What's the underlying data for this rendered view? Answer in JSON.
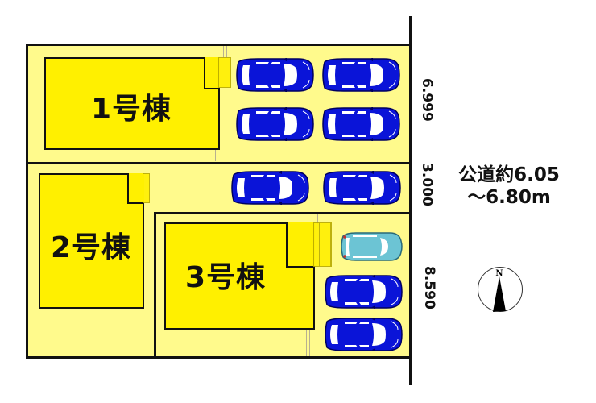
{
  "site_plan": {
    "buildings": [
      {
        "id": 1,
        "label": "1号棟"
      },
      {
        "id": 2,
        "label": "2号棟"
      },
      {
        "id": 3,
        "label": "3号棟"
      }
    ],
    "frontage_dimensions": [
      {
        "lot": 1,
        "value": "6.999"
      },
      {
        "lot": 2,
        "value": "3.000"
      },
      {
        "lot": 3,
        "value": "8.590"
      }
    ],
    "road": {
      "label_line1": "公道約6.05",
      "label_line2": "～6.80m"
    },
    "compass": {
      "north_label": "N"
    },
    "parking": {
      "lot1_cars": 4,
      "lot2_cars": 2,
      "lot3_cars": 3,
      "car_colors": {
        "sedan": "#0a14d8",
        "compact": "#6cc4d4"
      }
    },
    "colors": {
      "lot_fill": "#fffa8c",
      "building_fill": "#fff000",
      "border": "#111111"
    }
  }
}
